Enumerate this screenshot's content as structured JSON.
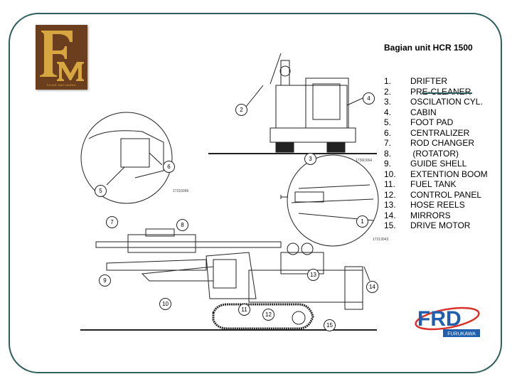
{
  "logo": {
    "letters": "FM",
    "caption": "FAJAR MAS MURNI"
  },
  "title": "Bagian unit HCR 1500",
  "parts": [
    {
      "num": "1.",
      "label": "DRIFTER"
    },
    {
      "num": "2.",
      "label": "PRE-CLEANER"
    },
    {
      "num": "3.",
      "label": "OSCILATION CYL."
    },
    {
      "num": "4.",
      "label": "CABIN"
    },
    {
      "num": "5.",
      "label": "FOOT PAD"
    },
    {
      "num": "6.",
      "label": "CENTRALIZER"
    },
    {
      "num": "7.",
      "label": "ROD CHANGER"
    },
    {
      "num": "8.",
      "label": " (ROTATOR)"
    },
    {
      "num": "9.",
      "label": "GUIDE SHELL"
    },
    {
      "num": "10.",
      "label": "EXTENTION BOOM"
    },
    {
      "num": "11.",
      "label": "FUEL TANK"
    },
    {
      "num": "12.",
      "label": "CONTROL PANEL"
    },
    {
      "num": "13.",
      "label": "HOSE REELS"
    },
    {
      "num": "14.",
      "label": "MIRRORS"
    },
    {
      "num": "15.",
      "label": "DRIVE MOTOR"
    }
  ],
  "diagram": {
    "callouts": [
      "1",
      "2",
      "3",
      "4",
      "5",
      "6",
      "7",
      "8",
      "9",
      "10",
      "11",
      "12",
      "13",
      "14",
      "15"
    ],
    "codes": [
      "1736D064",
      "17316096",
      "17313043"
    ]
  },
  "brand": {
    "name": "FRD",
    "sub": "FURUKAWA",
    "blue": "#1f5fae",
    "red": "#d9302b"
  },
  "accent": "#2f5f5b"
}
